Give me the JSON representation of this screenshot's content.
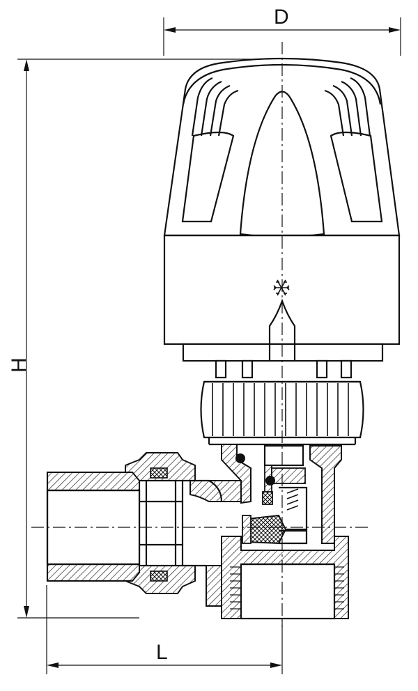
{
  "drawing": {
    "dimensions": {
      "diameter_label": "D",
      "height_label": "H",
      "length_label": "L"
    },
    "symbols": {
      "frost_protection": "snowflake-icon"
    },
    "colors": {
      "line": "#111111",
      "background": "#ffffff"
    }
  }
}
